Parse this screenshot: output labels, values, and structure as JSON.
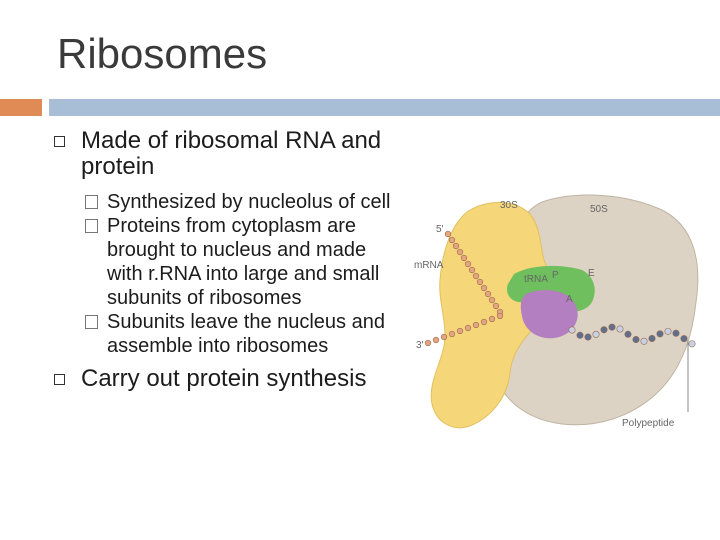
{
  "slide": {
    "title": "Ribosomes",
    "bullets": [
      {
        "text": "Made of ribosomal RNA and protein",
        "subbullets": [
          "Synthesized by nucleolus of cell",
          "Proteins from cytoplasm are brought to nucleus and made with r.RNA into large and small subunits of ribosomes",
          "Subunits leave the nucleus and assemble into ribosomes"
        ]
      },
      {
        "text": "Carry out protein synthesis"
      }
    ]
  },
  "figure": {
    "labels": {
      "small_subunit": "30S",
      "large_subunit": "50S",
      "five_prime": "5'",
      "mrna": "mRNA",
      "trna": "tRNA",
      "p_site": "P",
      "e_site": "E",
      "a_site": "A",
      "three_prime": "3'",
      "polypeptide": "Polypeptide"
    },
    "colors": {
      "small_subunit": "#f5d77a",
      "large_subunit": "#ddd3c4",
      "trna": "#6fbf5f",
      "a_site": "#b47fc0",
      "mrna_beads": "#e6a581",
      "polypeptide_beads": "#5f6f8f"
    }
  }
}
